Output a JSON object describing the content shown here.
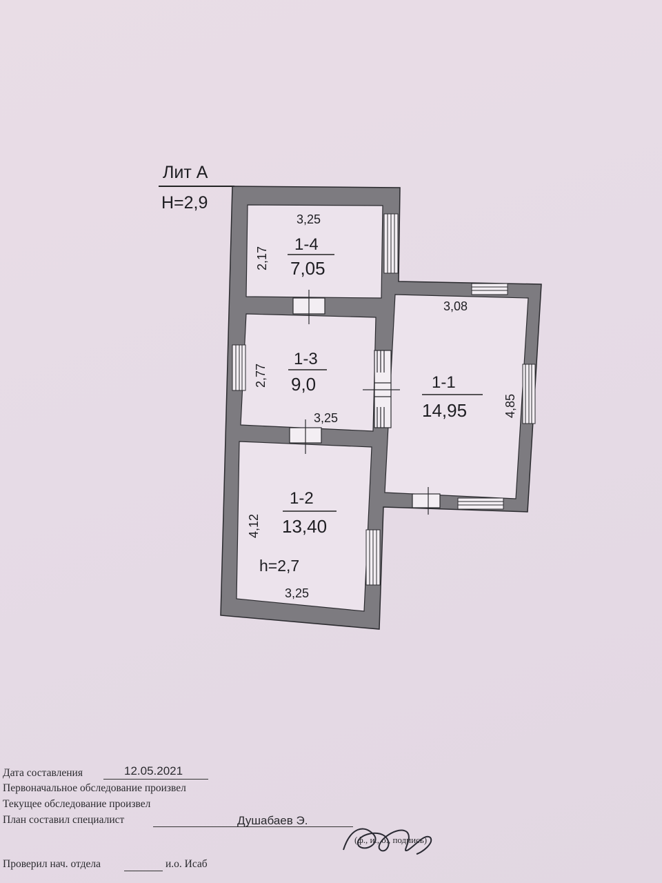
{
  "plan": {
    "lit": "Лит А",
    "height": "H=2,9",
    "rooms": [
      {
        "id": "1-4",
        "area": "7,05",
        "width": "3,25",
        "depth": "2,17"
      },
      {
        "id": "1-3",
        "area": "9,0",
        "width": "3,25",
        "depth": "2,77"
      },
      {
        "id": "1-2",
        "area": "13,40",
        "width": "3,25",
        "depth": "4,12",
        "height": "h=2,7"
      },
      {
        "id": "1-1",
        "area": "14,95",
        "width": "3,08",
        "depth": "4,85"
      }
    ]
  },
  "footer": {
    "date_label": "Дата составления",
    "date_value": "12.05.2021",
    "initial_survey": "Первоначальное обследование произвел",
    "current_survey": "Текущее обследование произвел",
    "plan_by_label": "План составил специалист",
    "plan_by_name": "Душабаев Э.",
    "signature_caption": "(ф., и., о., подпись)",
    "checked_label": "Проверил нач. отдела",
    "checked_name": "и.о. Исаб"
  }
}
